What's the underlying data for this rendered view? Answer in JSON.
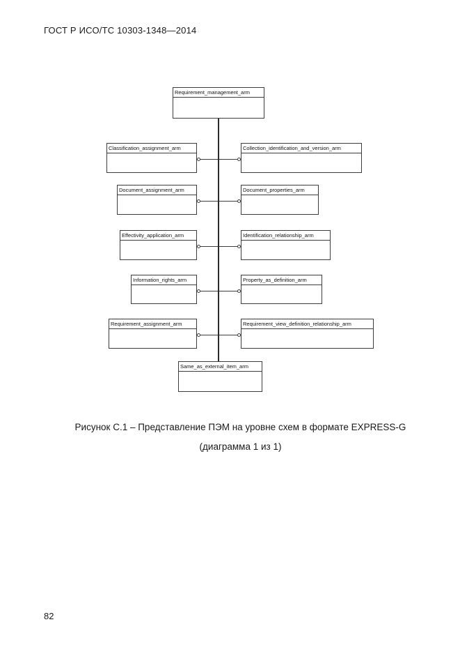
{
  "page": {
    "header": "ГОСТ Р ИСО/ТС 10303-1348—2014",
    "page_number": "82"
  },
  "caption": {
    "line1": "Рисунок С.1 – Представление ПЭМ на уровне схем в формате EXPRESS-G",
    "line2": "(диаграмма 1 из 1)"
  },
  "diagram": {
    "top_box": "Requirement_management_arm",
    "bottom_box": "Same_as_external_item_arm",
    "left_boxes": [
      "Classification_assignment_arm",
      "Document_assignment_arm",
      "Effectivity_application_arm",
      "Information_rights_arm",
      "Requirement_assignment_arm"
    ],
    "right_boxes": [
      "Collection_identification_and_version_arm",
      "Document_properties_arm",
      "Identification_relationship_arm",
      "Property_as_definition_arm",
      "Requirement_view_definition_relationship_arm"
    ]
  }
}
